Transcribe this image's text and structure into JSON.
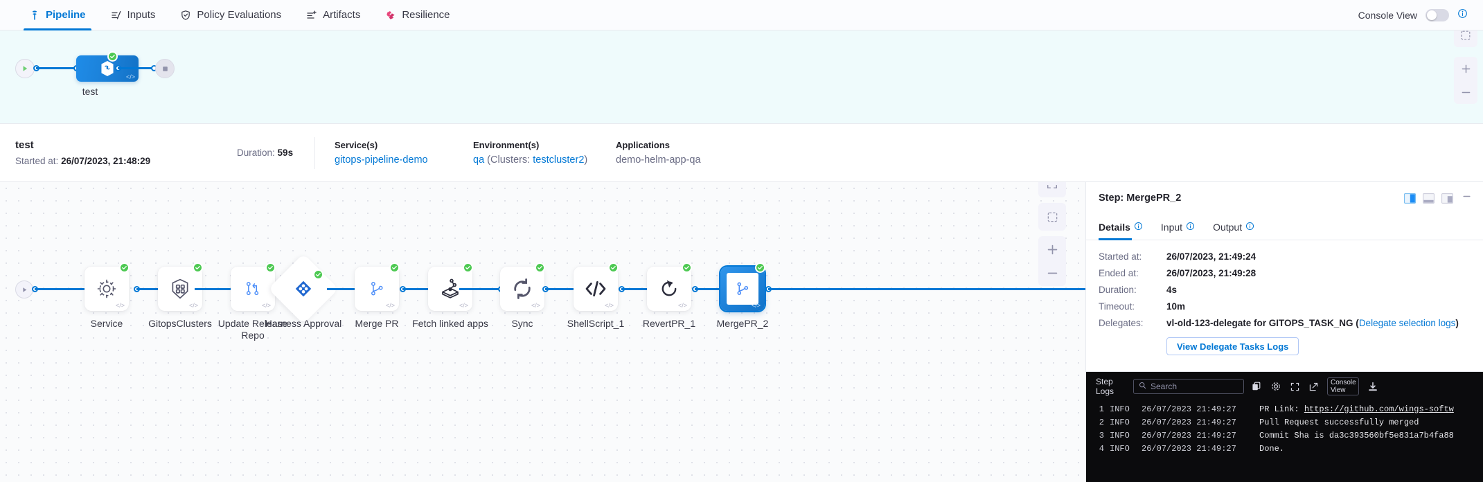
{
  "topnav": {
    "tabs": [
      {
        "label": "Pipeline",
        "icon": "pipeline-icon",
        "active": true
      },
      {
        "label": "Inputs",
        "icon": "inputs-icon",
        "active": false
      },
      {
        "label": "Policy Evaluations",
        "icon": "shield-check-icon",
        "active": false
      },
      {
        "label": "Artifacts",
        "icon": "artifacts-icon",
        "active": false
      },
      {
        "label": "Resilience",
        "icon": "resilience-icon",
        "active": false
      }
    ],
    "console_view_label": "Console View",
    "console_view_enabled": false,
    "info_icon": "info-icon",
    "accent": "#0278d5"
  },
  "minimap": {
    "start_icon": "play-icon",
    "end_icon": "stop-icon",
    "stage_label": "test",
    "stage_status": "success",
    "stage_icon": "harness-hex-icon",
    "code_icon": "code-icon",
    "controls": [
      {
        "name": "fit-to-screen-icon",
        "label": ""
      },
      {
        "name": "zoom-in-icon",
        "label": "+"
      },
      {
        "name": "zoom-out-icon",
        "label": "–"
      }
    ]
  },
  "summary": {
    "title": "test",
    "started_label": "Started at:",
    "started_value": "26/07/2023, 21:48:29",
    "duration_label": "Duration:",
    "duration_value": "59s",
    "columns": [
      {
        "heading": "Service(s)",
        "value": "gitops-pipeline-demo",
        "link": true
      },
      {
        "heading": "Environment(s)",
        "value_prefix": "qa",
        "value_mid": " (Clusters: ",
        "value_link2": "testcluster2",
        "value_suffix": ")"
      },
      {
        "heading": "Applications",
        "value": "demo-helm-app-qa",
        "link": false
      }
    ]
  },
  "graph": {
    "start_icon": "play-icon",
    "nodes": [
      {
        "label": "Service",
        "icon": "gear-icon",
        "status": "success",
        "shape": "rounded",
        "selected": false
      },
      {
        "label": "GitopsClusters",
        "icon": "kubernetes-icon",
        "status": "success",
        "shape": "rounded",
        "selected": false
      },
      {
        "label": "Update Release Repo",
        "icon": "update-release-repo-icon",
        "status": "success",
        "shape": "rounded",
        "selected": false
      },
      {
        "label": "Harness Approval",
        "icon": "harness-approval-icon",
        "status": "success",
        "shape": "diamond",
        "selected": false
      },
      {
        "label": "Merge PR",
        "icon": "merge-pr-icon",
        "status": "success",
        "shape": "rounded",
        "selected": false
      },
      {
        "label": "Fetch linked apps",
        "icon": "fetch-linked-apps-icon",
        "status": "success",
        "shape": "rounded",
        "selected": false
      },
      {
        "label": "Sync",
        "icon": "sync-icon",
        "status": "success",
        "shape": "rounded",
        "selected": false
      },
      {
        "label": "ShellScript_1",
        "icon": "shell-script-icon",
        "status": "success",
        "shape": "rounded",
        "selected": false
      },
      {
        "label": "RevertPR_1",
        "icon": "revert-pr-icon",
        "status": "success",
        "shape": "rounded",
        "selected": false
      },
      {
        "label": "MergePR_2",
        "icon": "merge-pr-icon",
        "status": "success",
        "shape": "rounded",
        "selected": true
      }
    ],
    "controls": [
      {
        "name": "expand-icon"
      },
      {
        "name": "fit-to-screen-icon"
      },
      {
        "name": "zoom-in-icon",
        "label": "+"
      },
      {
        "name": "zoom-out-icon",
        "label": "–"
      }
    ]
  },
  "step_panel": {
    "title": "Step: MergePR_2",
    "layout_icons": [
      "split-right-layout-icon",
      "split-bottom-layout-icon",
      "split-left-layout-icon"
    ],
    "minimize_icon": "minimize-icon",
    "tabs": [
      {
        "label": "Details",
        "active": true,
        "info_icon": "info-icon"
      },
      {
        "label": "Input",
        "active": false,
        "info_icon": "info-icon"
      },
      {
        "label": "Output",
        "active": false,
        "info_icon": "info-icon"
      }
    ],
    "details": [
      {
        "key": "Started at:",
        "value": "26/07/2023, 21:49:24"
      },
      {
        "key": "Ended at:",
        "value": "26/07/2023, 21:49:28"
      },
      {
        "key": "Duration:",
        "value": "4s"
      },
      {
        "key": "Timeout:",
        "value": "10m"
      }
    ],
    "delegates_key": "Delegates:",
    "delegates_value": "vl-old-123-delegate for GITOPS_TASK_NG (",
    "delegates_link": "Delegate selection logs",
    "delegates_suffix": ")",
    "view_delegate_button": "View Delegate Tasks Logs"
  },
  "console": {
    "title": "Step Logs",
    "search_placeholder": "Search",
    "search_icon": "search-icon",
    "icons": [
      "copy-icon",
      "gear-icon",
      "fullscreen-icon",
      "open-external-icon",
      "download-icon"
    ],
    "console_view_label": "Console View",
    "rows": [
      {
        "num": "1",
        "level": "INFO",
        "timestamp": "26/07/2023 21:49:27",
        "message_prefix": "PR Link: ",
        "message_link": "https://github.com/wings-softw",
        "message_suffix": ""
      },
      {
        "num": "2",
        "level": "INFO",
        "timestamp": "26/07/2023 21:49:27",
        "message_prefix": "Pull Request successfully merged",
        "message_link": "",
        "message_suffix": ""
      },
      {
        "num": "3",
        "level": "INFO",
        "timestamp": "26/07/2023 21:49:27",
        "message_prefix": "Commit Sha is da3c393560bf5e831a7b4fa88",
        "message_link": "",
        "message_suffix": ""
      },
      {
        "num": "4",
        "level": "INFO",
        "timestamp": "26/07/2023 21:49:27",
        "message_prefix": "Done.",
        "message_link": "",
        "message_suffix": ""
      }
    ]
  }
}
